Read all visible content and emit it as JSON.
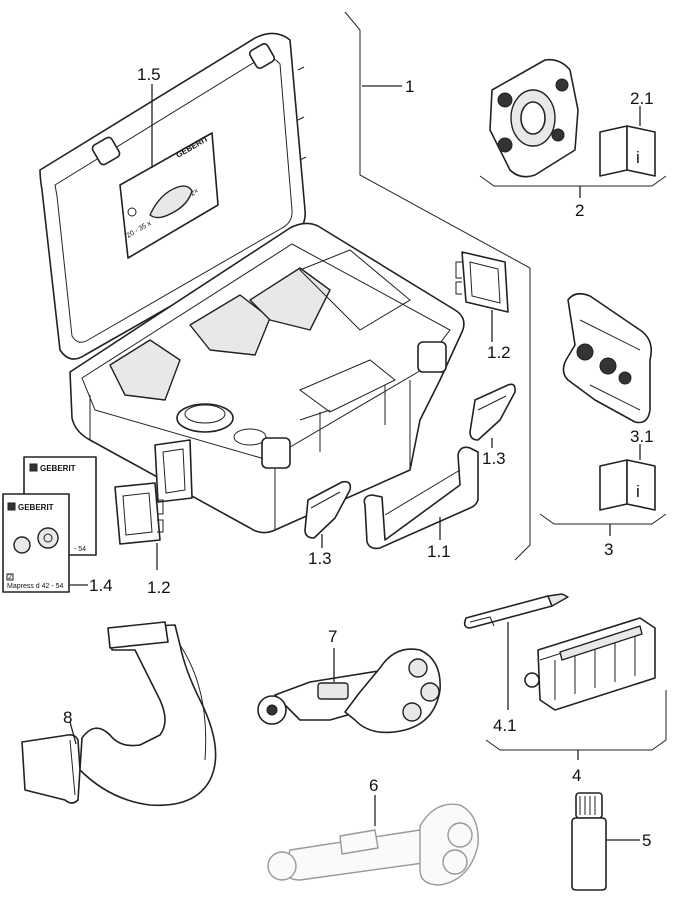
{
  "labels": {
    "l1": "1",
    "l1_1": "1.1",
    "l1_2a": "1.2",
    "l1_2b": "1.2",
    "l1_3a": "1.3",
    "l1_3b": "1.3",
    "l1_4": "1.4",
    "l1_5": "1.5",
    "l2": "2",
    "l2_1": "2.1",
    "l3": "3",
    "l3_1": "3.1",
    "l4": "4",
    "l4_1": "4.1",
    "l5": "5",
    "l6": "6",
    "l7": "7",
    "l8": "8"
  },
  "brand": "GEBERIT",
  "lid_card": {
    "size_text": "20 - 35 x",
    "note_text": "2×"
  },
  "leaflet": {
    "front_text": "Mapress d 42 - 54",
    "back_text": "- 54",
    "item_no": "2"
  },
  "info_icon": "i",
  "colors": {
    "line": "#222222",
    "ghost": "#999999"
  }
}
